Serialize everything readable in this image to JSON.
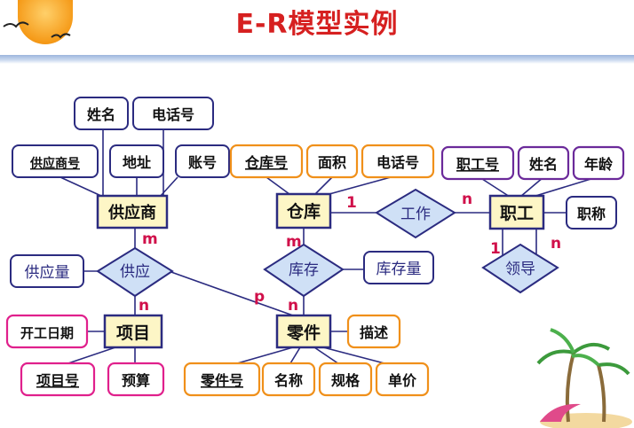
{
  "title": "E-R模型实例",
  "entities": {
    "supplier": "供应商",
    "warehouse": "仓库",
    "employee": "职工",
    "project": "项目",
    "part": "零件"
  },
  "relationships": {
    "supply": "供应",
    "storage": "库存",
    "work": "工作",
    "lead": "领导"
  },
  "attributes": {
    "supplier_name": "姓名",
    "supplier_phone": "电话号",
    "supplier_no": "供应商号",
    "supplier_address": "地址",
    "supplier_account": "账号",
    "warehouse_no": "仓库号",
    "warehouse_area": "面积",
    "warehouse_phone": "电话号",
    "employee_no": "职工号",
    "employee_name": "姓名",
    "employee_age": "年龄",
    "employee_title": "职称",
    "supply_quantity": "供应量",
    "storage_quantity": "库存量",
    "project_start_date": "开工日期",
    "project_no": "项目号",
    "project_budget": "预算",
    "part_description": "描述",
    "part_no": "零件号",
    "part_name": "名称",
    "part_spec": "规格",
    "part_price": "单价"
  },
  "cardinalities": {
    "supplier_supply": "m",
    "supply_project": "n",
    "supply_part": "p",
    "warehouse_work": "1",
    "work_employee": "n",
    "warehouse_storage": "m",
    "storage_part": "n",
    "employee_lead_one": "1",
    "employee_lead_many": "n"
  },
  "colors": {
    "title": "#d62020",
    "entity_fill": "#fdf6c6",
    "navy_border": "#2b2b80",
    "orange_border": "#f0901a",
    "purple_border": "#6b2a9a",
    "pink_border": "#e0208c",
    "cardinality": "#d0104a"
  }
}
